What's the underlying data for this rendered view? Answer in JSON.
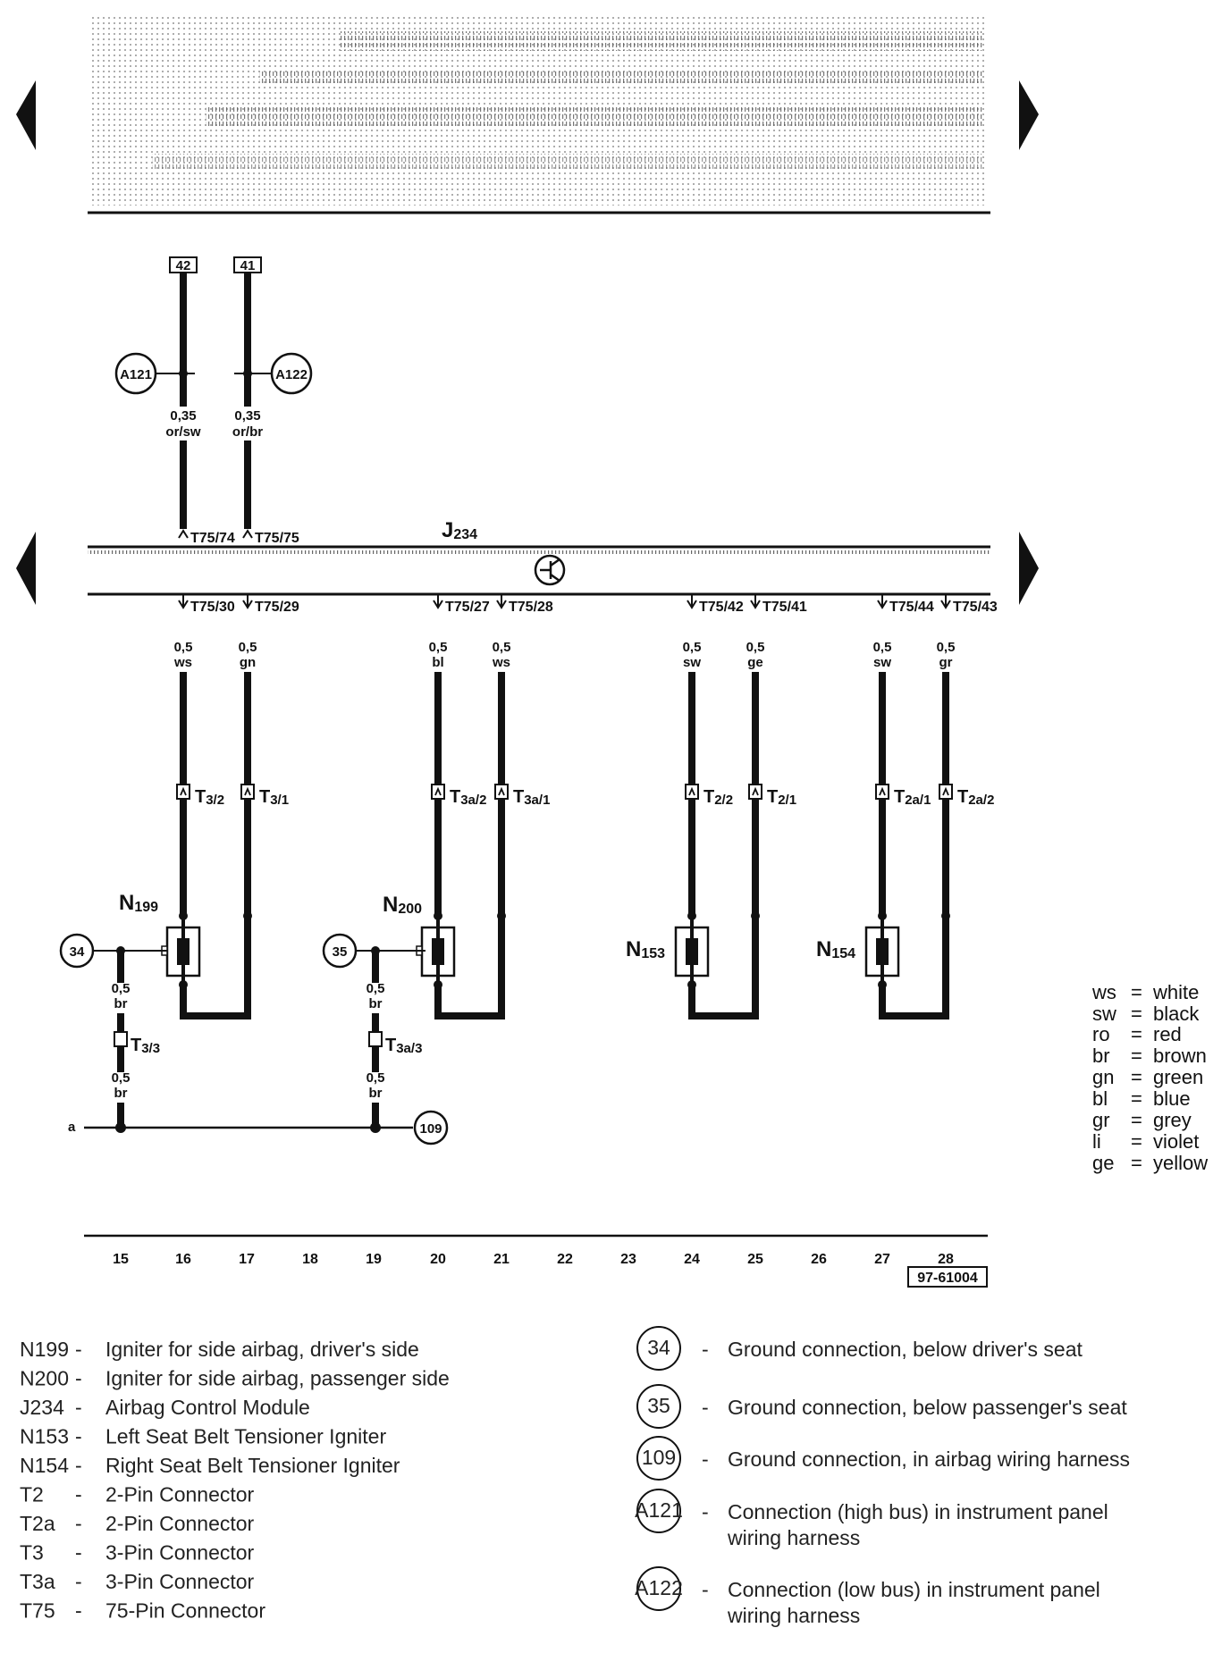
{
  "box_terminals": [
    "42",
    "41"
  ],
  "top_wires": [
    {
      "gauge": "0,35",
      "color": "or/sw"
    },
    {
      "gauge": "0,35",
      "color": "or/br"
    }
  ],
  "bus_connectors": [
    "A121",
    "A122"
  ],
  "top_pins": [
    "T75/74",
    "T75/75"
  ],
  "module": {
    "name": "J",
    "sub": "234"
  },
  "bottom_pins": [
    "T75/30",
    "T75/29",
    "T75/27",
    "T75/28",
    "T75/42",
    "T75/41",
    "T75/44",
    "T75/43"
  ],
  "bottom_wires": [
    {
      "gauge": "0,5",
      "color": "ws"
    },
    {
      "gauge": "0,5",
      "color": "gn"
    },
    {
      "gauge": "0,5",
      "color": "bl"
    },
    {
      "gauge": "0,5",
      "color": "ws"
    },
    {
      "gauge": "0,5",
      "color": "sw"
    },
    {
      "gauge": "0,5",
      "color": "ge"
    },
    {
      "gauge": "0,5",
      "color": "sw"
    },
    {
      "gauge": "0,5",
      "color": "gr"
    }
  ],
  "connectors": [
    {
      "main": "T",
      "sub": "3/2"
    },
    {
      "main": "T",
      "sub": "3/1"
    },
    {
      "main": "T",
      "sub": "3a/2"
    },
    {
      "main": "T",
      "sub": "3a/1"
    },
    {
      "main": "T",
      "sub": "2/2"
    },
    {
      "main": "T",
      "sub": "2/1"
    },
    {
      "main": "T",
      "sub": "2a/1"
    },
    {
      "main": "T",
      "sub": "2a/2"
    }
  ],
  "components": [
    {
      "main": "N",
      "sub": "199"
    },
    {
      "main": "N",
      "sub": "200"
    },
    {
      "main": "N",
      "sub": "153"
    },
    {
      "main": "N",
      "sub": "154"
    }
  ],
  "grounds": [
    "34",
    "35",
    "109"
  ],
  "ground_wires": [
    {
      "gauge": "0,5",
      "color": "br"
    },
    {
      "gauge": "0,5",
      "color": "br"
    },
    {
      "gauge": "0,5",
      "color": "br"
    },
    {
      "gauge": "0,5",
      "color": "br"
    }
  ],
  "ground_connectors": [
    {
      "main": "T",
      "sub": "3/3"
    },
    {
      "main": "T",
      "sub": "3a/3"
    }
  ],
  "bus_label": "a",
  "column_numbers": [
    "15",
    "16",
    "17",
    "18",
    "19",
    "20",
    "21",
    "22",
    "23",
    "24",
    "25",
    "26",
    "27",
    "28"
  ],
  "diagram_id": "97-61004",
  "wire_color_legend": [
    {
      "code": "ws",
      "name": "white"
    },
    {
      "code": "sw",
      "name": "black"
    },
    {
      "code": "ro",
      "name": "red"
    },
    {
      "code": "br",
      "name": "brown"
    },
    {
      "code": "gn",
      "name": "green"
    },
    {
      "code": "bl",
      "name": "blue"
    },
    {
      "code": "gr",
      "name": "grey"
    },
    {
      "code": "li",
      "name": "violet"
    },
    {
      "code": "ge",
      "name": "yellow"
    }
  ],
  "component_descriptions": [
    {
      "code": "N199",
      "desc": "Igniter for side airbag, driver's side"
    },
    {
      "code": "N200",
      "desc": "Igniter for side airbag, passenger side"
    },
    {
      "code": "J234",
      "desc": "Airbag Control Module"
    },
    {
      "code": "N153",
      "desc": "Left Seat Belt Tensioner Igniter"
    },
    {
      "code": "N154",
      "desc": "Right Seat Belt Tensioner Igniter"
    },
    {
      "code": "T2",
      "desc": "2-Pin Connector"
    },
    {
      "code": "T2a",
      "desc": "2-Pin Connector"
    },
    {
      "code": "T3",
      "desc": "3-Pin Connector"
    },
    {
      "code": "T3a",
      "desc": "3-Pin Connector"
    },
    {
      "code": "T75",
      "desc": "75-Pin Connector"
    }
  ],
  "ground_descriptions": [
    {
      "symbol": "34",
      "lines": [
        "Ground connection, below driver's seat"
      ]
    },
    {
      "symbol": "35",
      "lines": [
        "Ground connection, below passenger's seat"
      ]
    },
    {
      "symbol": "109",
      "lines": [
        "Ground connection, in airbag wiring harness"
      ]
    },
    {
      "symbol": "A121",
      "lines": [
        "Connection (high bus) in instrument panel",
        "wiring harness"
      ]
    },
    {
      "symbol": "A122",
      "lines": [
        "Connection (low bus) in instrument panel",
        "wiring harness"
      ]
    }
  ]
}
